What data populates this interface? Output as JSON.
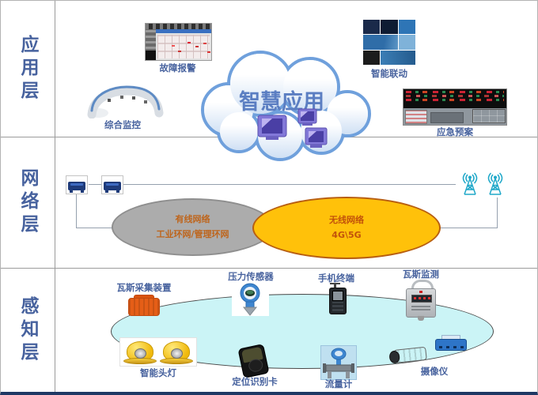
{
  "layers": {
    "application": "应用层",
    "network": "网络层",
    "perception": "感知层"
  },
  "cloud": {
    "title": "智慧应用"
  },
  "application": {
    "fault_alarm": "故障报警",
    "integrated_monitoring": "综合监控",
    "smart_linkage": "智能联动",
    "emergency_plan": "应急预案"
  },
  "network": {
    "wired_title": "有线网络",
    "wired_subtitle": "工业环网/管理环网",
    "wireless_title": "无线网络",
    "wireless_subtitle": "4G\\5G"
  },
  "perception": {
    "gas_collector": "瓦斯采集装置",
    "pressure_sensor": "压力传感器",
    "phone_terminal": "手机终端",
    "gas_monitor": "瓦斯监测",
    "smart_headlamp": "智能头灯",
    "location_card": "定位识别卡",
    "flow_meter": "流量计",
    "camera": "摄像仪"
  },
  "colors": {
    "label_blue": "#47629E",
    "wired_fill": "#ACACAC",
    "wireless_fill": "#FFC10A",
    "ellipse_text_orange": "#BE651C",
    "perception_fill": "#CBF4F6",
    "cloud_stroke": "#6FA0DC",
    "antenna_cyan": "#1FA8C9"
  }
}
